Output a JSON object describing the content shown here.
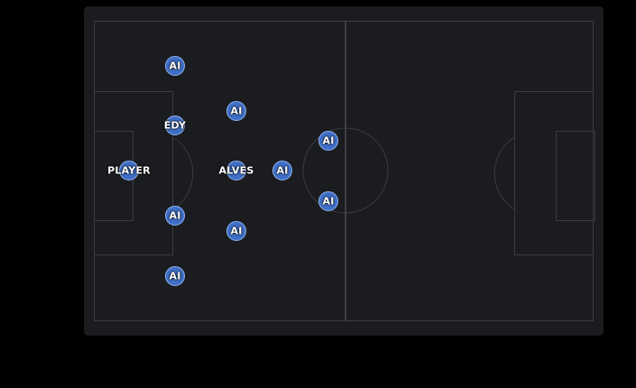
{
  "colors": {
    "background": "#000000",
    "board": "#1b1c20",
    "pitch_lines": "#3a3b44",
    "halfway_line": "#4a4b56",
    "marker_fill": "#3f6fc8",
    "marker_border": "#8fb0ea",
    "label": "#ffffff"
  },
  "players": [
    {
      "label": "AI"
    },
    {
      "label": "AI"
    },
    {
      "label": "EDY"
    },
    {
      "label": "PLAYER"
    },
    {
      "label": "ALVES"
    },
    {
      "label": "AI"
    },
    {
      "label": "AI"
    },
    {
      "label": "AI"
    },
    {
      "label": "AI"
    },
    {
      "label": "AI"
    },
    {
      "label": "AI"
    }
  ]
}
